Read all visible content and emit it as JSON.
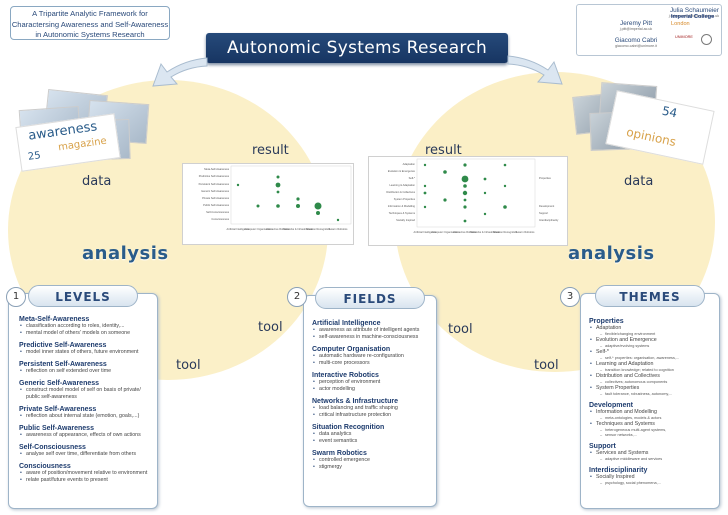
{
  "title": {
    "line1": "A Tripartite Analytic Framework for",
    "line2": "Charactersing Awareness and Self-Awareness",
    "line3": "in Autonomic Systems Research"
  },
  "banner": "Autonomic Systems Research",
  "authors": [
    {
      "name": "Julia Schaumeier",
      "email": "j.schaumeier09@imperial.ac.uk"
    },
    {
      "name": "Jeremy Pitt",
      "email": "j.pitt@imperial.ac.uk"
    },
    {
      "name": "Giacomo Cabri",
      "email": "giacomo.cabri@unimore.it"
    }
  ],
  "logos": {
    "imperial_line1": "Imperial College",
    "imperial_line2": "London",
    "unimore": "UNIMORE"
  },
  "magazine": {
    "word1": "awareness",
    "word2": "magazine",
    "number": "25"
  },
  "opinions": {
    "number": "54",
    "word": "opinions"
  },
  "flow": {
    "result": "result",
    "data": "data",
    "analysis": "analysis",
    "tool": "tool"
  },
  "chart_left": {
    "rows": [
      "Meta-Self-Awareness",
      "Predictive Self-Awareness",
      "Persistent Self-Awareness",
      "Generic Self-Awareness",
      "Private Self-Awareness",
      "Public Self-Awareness",
      "Self-Consciousness",
      "Consciousness"
    ],
    "cols": [
      "Artificial Intelligence",
      "Computer Organisation",
      "Interactive Robotics",
      "Networks & Infrastructure",
      "Situation Recognition",
      "Swarm Robotics"
    ]
  },
  "chart_right": {
    "rows": [
      "Adaptation",
      "Evolution & Emergence",
      "Self-*",
      "Learning & Adaptation",
      "Distribution & Collectives",
      "System Properties",
      "Information & Modelling",
      "Techniques & Systems",
      "Socially Inspired"
    ],
    "cols": [
      "Artificial Intelligence",
      "Computer Organisation",
      "Interactive Robotics",
      "Networks & Infrastructure",
      "Situation Recognition",
      "Swarm Robotics"
    ],
    "side": [
      "Properties",
      "Development",
      "Support",
      "Interdisciplinarity"
    ]
  },
  "levels": {
    "number": "1",
    "heading": "LEVELS",
    "items": [
      {
        "title": "Meta-Self-Awareness",
        "bullets": [
          "classification according to roles, identity,...",
          "mental model of others' models on someone"
        ]
      },
      {
        "title": "Predictive Self-Awareness",
        "bullets": [
          "model inner states of others, future environment"
        ]
      },
      {
        "title": "Persistent Self-Awareness",
        "bullets": [
          "reflection on self extended over time"
        ]
      },
      {
        "title": "Generic Self-Awareness",
        "bullets": [
          "construct model model of self on basis of private/ public self-awareness"
        ]
      },
      {
        "title": "Private Self-Awareness",
        "bullets": [
          "reflection about internal state (emotion, goals,...)"
        ]
      },
      {
        "title": "Public Self-Awareness",
        "bullets": [
          "awareness of appearance, effects of own actions"
        ]
      },
      {
        "title": "Self-Consciousness",
        "bullets": [
          "analyse self over time, differentiate from others"
        ]
      },
      {
        "title": "Consciousness",
        "bullets": [
          "aware of position/movement relative to environment",
          "relate past/future events to present"
        ]
      }
    ]
  },
  "fields": {
    "number": "2",
    "heading": "FIELDS",
    "items": [
      {
        "title": "Artificial Intelligence",
        "bullets": [
          "awareness as attribute of intelligent agents",
          "self-awareness in machine-consciousness"
        ]
      },
      {
        "title": "Computer Organisation",
        "bullets": [
          "automatic hardware re-configuration",
          "multi-core processors"
        ]
      },
      {
        "title": "Interactive Robotics",
        "bullets": [
          "perception of environment",
          "actor modelling"
        ]
      },
      {
        "title": "Networks & Infrastructure",
        "bullets": [
          "load balancing and traffic shaping",
          "critical infrastructure protection"
        ]
      },
      {
        "title": "Situation Recognition",
        "bullets": [
          "data analytics",
          "event semantics"
        ]
      },
      {
        "title": "Swarm Robotics",
        "bullets": [
          "controlled emergence",
          "stigmergy"
        ]
      }
    ]
  },
  "themes": {
    "number": "3",
    "heading": "THEMES",
    "groups": [
      {
        "title": "Properties",
        "items": [
          {
            "label": "Adaptation",
            "subs": [
              "flexible/changing environment"
            ]
          },
          {
            "label": "Evolution and Emergence",
            "subs": [
              "adaptive/evolving systems"
            ]
          },
          {
            "label": "Self-*",
            "subs": [
              "self-* properties: organisation, awareness,..."
            ]
          },
          {
            "label": "Learning and Adaptation",
            "subs": [
              "transition knowledge; related to cognition"
            ]
          },
          {
            "label": "Distribution and Collectives",
            "subs": [
              "collectives; autonomous components"
            ]
          },
          {
            "label": "System Properties",
            "subs": [
              "fault tolerance, robustness, autonomy,..."
            ]
          }
        ]
      },
      {
        "title": "Development",
        "items": [
          {
            "label": "Information and Modelling",
            "subs": [
              "meta-ontologies, models & actors"
            ]
          },
          {
            "label": "Techniques and Systems",
            "subs": [
              "heterogeneous multi-agent systems,",
              "sensor networks,..."
            ]
          }
        ]
      },
      {
        "title": "Support",
        "items": [
          {
            "label": "Services and Systems",
            "subs": [
              "adaptive middleware and services"
            ]
          }
        ]
      },
      {
        "title": "Interdisciplinarity",
        "items": [
          {
            "label": "Socially Inspired",
            "subs": [
              "psychology, social phenomena,..."
            ]
          }
        ]
      }
    ]
  }
}
